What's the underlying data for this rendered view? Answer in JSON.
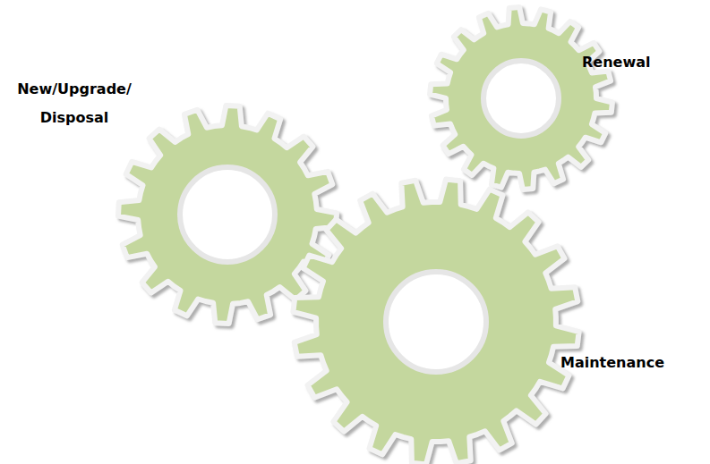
{
  "diagram": {
    "labels": [
      "New/Upgrade/ Disposal",
      "Renewal",
      "Maintenance"
    ]
  }
}
